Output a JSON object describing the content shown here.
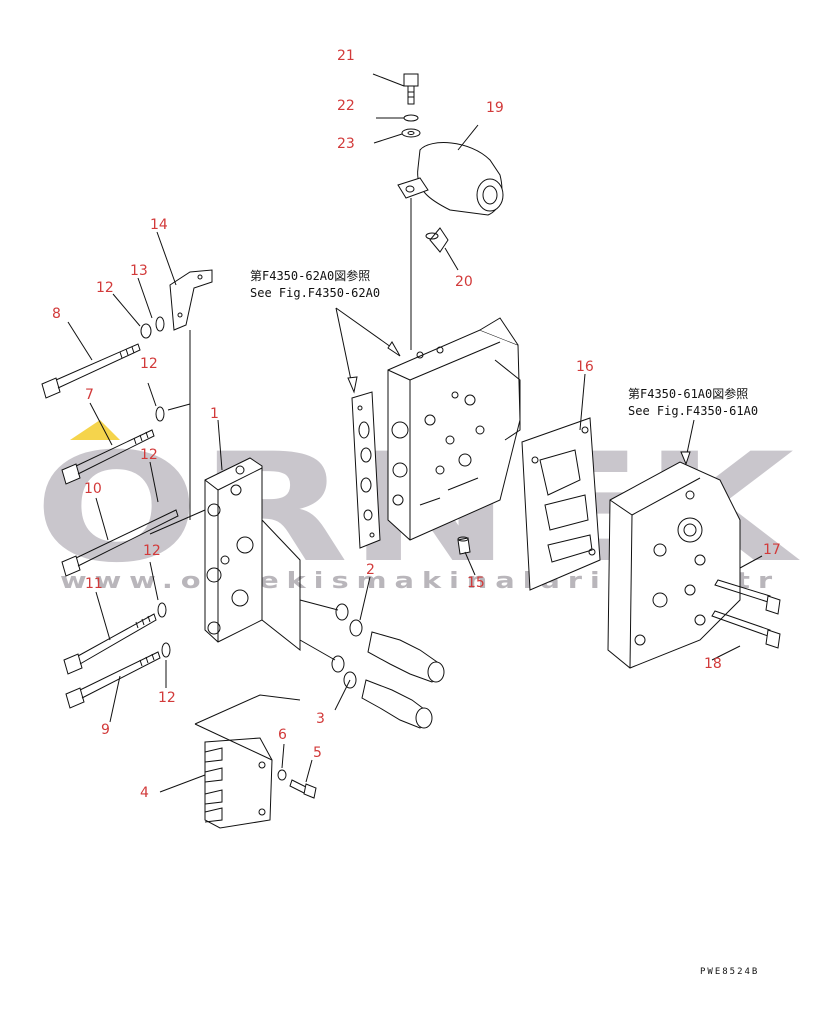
{
  "watermark": {
    "brand": "ORNEK",
    "url": "www.ornekismakinalari.com.tr",
    "accent_color": "#f5d44c"
  },
  "references": {
    "ref1_line1": "第F4350-62A0図参照",
    "ref1_line2": "See Fig.F4350-62A0",
    "ref2_line1": "第F4350-61A0図参照",
    "ref2_line2": "See Fig.F4350-61A0"
  },
  "code": "PWE8524B",
  "labels": [
    "1",
    "2",
    "3",
    "4",
    "5",
    "6",
    "7",
    "8",
    "9",
    "10",
    "11",
    "12",
    "12",
    "12",
    "12",
    "12",
    "13",
    "14",
    "15",
    "16",
    "17",
    "18",
    "19",
    "20",
    "21",
    "22",
    "23"
  ],
  "colors": {
    "label": "#d23a3a",
    "line": "#111111"
  }
}
